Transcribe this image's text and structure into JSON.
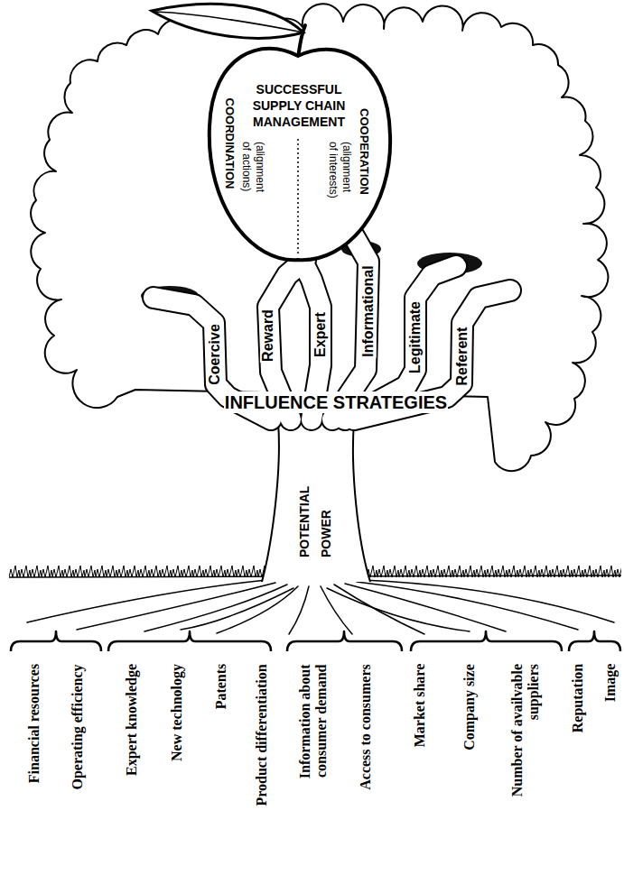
{
  "diagram": {
    "nodes": [
      {
        "text": [
          "SUCCESSFUL SUPPLY CHAIN MANAGEMENT",
          "COORDINATION",
          "(alignment of actions)",
          "COOPERATION",
          "(alignment of interests)"
        ]
      }
    ],
    "labels": [
      "Coercive",
      "Reward",
      "Expert",
      "Informational",
      "Legitimate",
      "Referent",
      "INFLUENCE STRATEGIES",
      "POTENTIAL POWER",
      "Financial resources",
      "Operating efficiency",
      "Expert knowledge",
      "New technology",
      "Patents",
      "Product differentiation",
      "Information about consumer demand",
      "Access to consumers",
      "Market share",
      "Company size",
      "Number of availvable suppliers",
      "Reputation",
      "Image"
    ]
  }
}
